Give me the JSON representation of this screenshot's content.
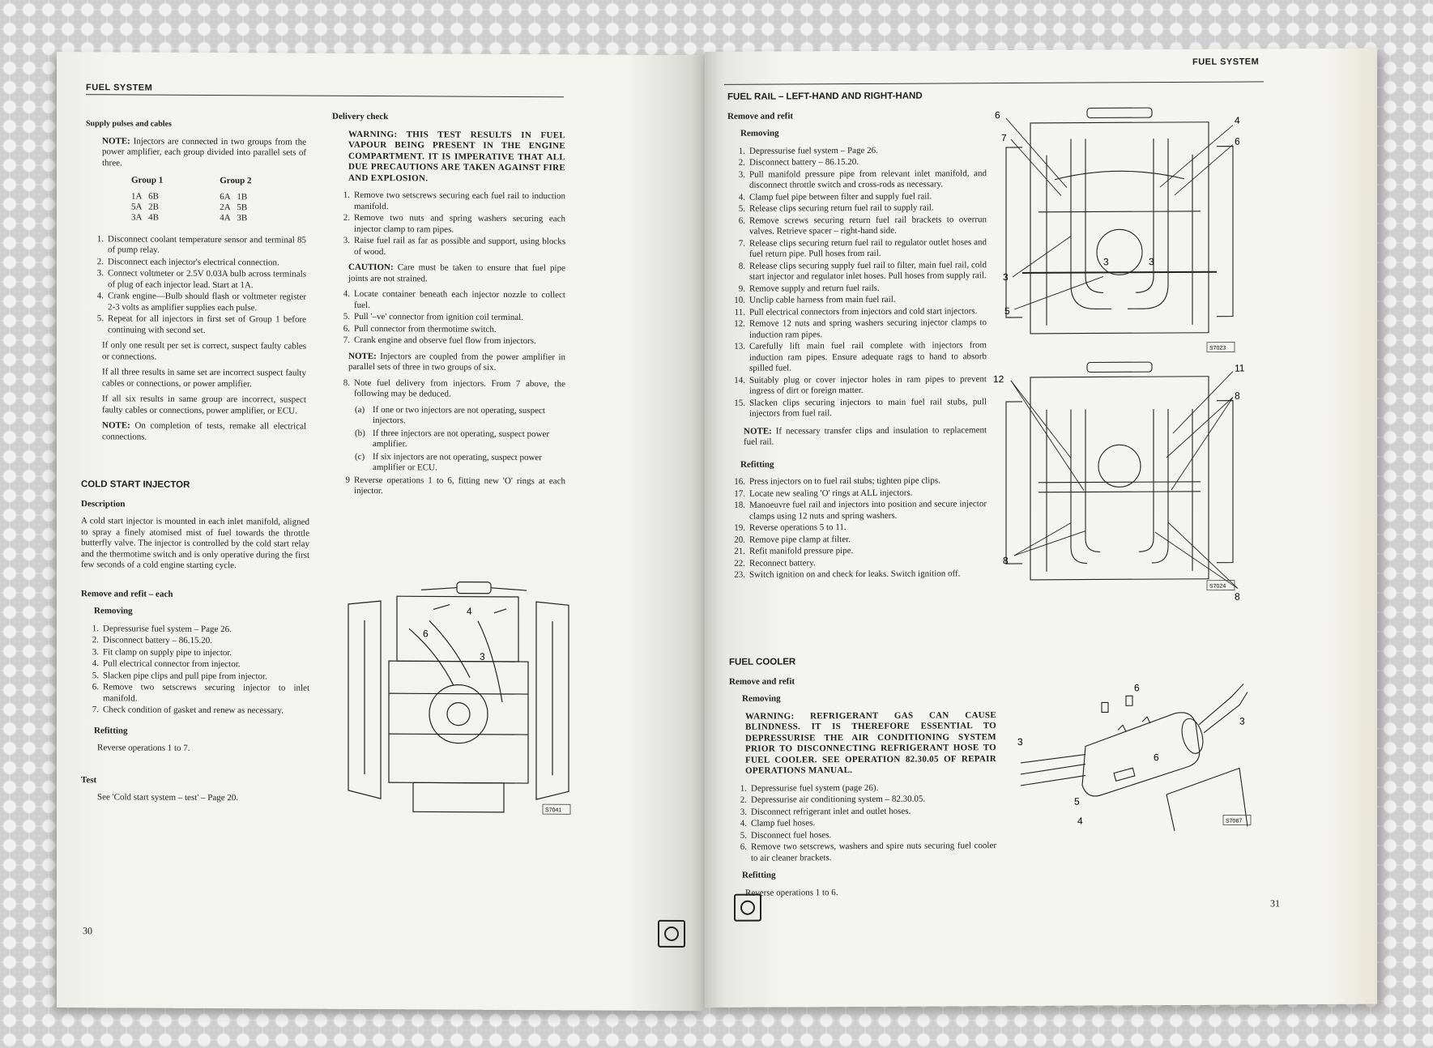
{
  "left": {
    "header": "FUEL SYSTEM",
    "supply_pulses": {
      "title": "Supply pulses and cables",
      "note_label": "NOTE:",
      "note_text": "Injectors are connected in two groups from the power amplifier, each group divided into parallel sets of three.",
      "group1_title": "Group 1",
      "group1_rows": [
        "1A   6B",
        "5A   2B",
        "3A   4B"
      ],
      "group2_title": "Group 2",
      "group2_rows": [
        "6A   1B",
        "2A   5B",
        "4A   3B"
      ],
      "steps": [
        {
          "n": "1.",
          "t": "Disconnect coolant temperature sensor and terminal 85 of pump relay."
        },
        {
          "n": "2.",
          "t": "Disconnect each injector's electrical connection."
        },
        {
          "n": "3.",
          "t": "Connect voltmeter or 2.5V 0.03A bulb across terminals of plug of each injector lead. Start at 1A."
        },
        {
          "n": "4.",
          "t": "Crank engine—Bulb should flash or voltmeter register 2-3 volts as amplifier supplies each pulse."
        },
        {
          "n": "5.",
          "t": "Repeat for all injectors in first set of Group 1 before continuing with second set."
        }
      ],
      "p1": "If only one result per set is correct, suspect faulty cables or connections.",
      "p2": "If all three results in same set are incorrect suspect faulty cables or connections, or power amplifier.",
      "p3": "If all six results in same group are incorrect, suspect faulty cables or connections, power amplifier, or ECU.",
      "note2_label": "NOTE:",
      "note2_text": "On completion of tests, remake all electrical connections."
    },
    "delivery": {
      "title": "Delivery check",
      "warning": "WARNING: THIS TEST RESULTS IN FUEL VAPOUR BEING PRESENT IN THE ENGINE COMPARTMENT. IT IS IMPERATIVE THAT ALL DUE PRECAUTIONS ARE TAKEN AGAINST FIRE AND EXPLOSION.",
      "steps_a": [
        {
          "n": "1.",
          "t": "Remove two setscrews securing each fuel rail to induction manifold."
        },
        {
          "n": "2.",
          "t": "Remove two nuts and spring washers securing each injector clamp to ram pipes."
        },
        {
          "n": "3.",
          "t": "Raise fuel rail as far as possible and support, using blocks of wood."
        }
      ],
      "caution_label": "CAUTION:",
      "caution_text": "Care must be taken to ensure that fuel pipe joints are not strained.",
      "steps_b": [
        {
          "n": "4.",
          "t": "Locate container beneath each injector nozzle to collect fuel."
        },
        {
          "n": "5.",
          "t": "Pull '–ve' connector from ignition coil terminal."
        },
        {
          "n": "6.",
          "t": "Pull connector from thermotime switch."
        },
        {
          "n": "7.",
          "t": "Crank engine and observe fuel flow from injectors."
        }
      ],
      "note_label": "NOTE:",
      "note_text": "Injectors are coupled from the power amplifier in parallel sets of three in two groups of six.",
      "step8": {
        "n": "8.",
        "t": "Note fuel delivery from injectors. From 7 above, the following may be deduced."
      },
      "sub": [
        {
          "n": "(a)",
          "t": "If one or two injectors are not operating, suspect injectors."
        },
        {
          "n": "(b)",
          "t": "If three injectors are not operating, suspect power amplifier."
        },
        {
          "n": "(c)",
          "t": "If six injectors are not operating, suspect power amplifier or ECU."
        }
      ],
      "step9": {
        "n": "9",
        "t": "Reverse operations 1 to 6, fitting new 'O' rings at each injector."
      }
    },
    "cold_start": {
      "title": "COLD START INJECTOR",
      "desc_title": "Description",
      "desc": "A cold start injector is mounted in each inlet manifold, aligned to spray a finely atomised mist of fuel towards the throttle butterfly valve. The injector is controlled by the cold start relay and the thermotime switch and is only operative during the first few seconds of a cold engine starting cycle.",
      "remove_title": "Remove and refit – each",
      "removing": "Removing",
      "steps": [
        {
          "n": "1.",
          "t": "Depressurise fuel system – Page 26."
        },
        {
          "n": "2.",
          "t": "Disconnect battery – 86.15.20."
        },
        {
          "n": "3.",
          "t": "Fit clamp on supply pipe to injector."
        },
        {
          "n": "4.",
          "t": "Pull electrical connector from injector."
        },
        {
          "n": "5.",
          "t": "Slacken pipe clips and pull pipe from injector."
        },
        {
          "n": "6.",
          "t": "Remove two setscrews securing injector to inlet manifold."
        },
        {
          "n": "7.",
          "t": "Check condition of gasket and renew as necessary."
        }
      ],
      "refitting": "Refitting",
      "refit_text": "Reverse operations 1 to 7.",
      "test_title": "Test",
      "test_text": "See 'Cold start system – test' – Page 20."
    },
    "figure": {
      "ref": "S7041",
      "labels": [
        "4",
        "6",
        "3"
      ]
    },
    "page_number": "30"
  },
  "right": {
    "header": "FUEL SYSTEM",
    "fuel_rail": {
      "title": "FUEL RAIL – LEFT-HAND AND RIGHT-HAND",
      "sub_title": "Remove and refit",
      "removing": "Removing",
      "steps": [
        {
          "n": "1.",
          "t": "Depressurise fuel system – Page 26."
        },
        {
          "n": "2.",
          "t": "Disconnect battery – 86.15.20."
        },
        {
          "n": "3.",
          "t": "Pull manifold pressure pipe from relevant inlet manifold, and disconnect throttle switch and cross-rods as necessary."
        },
        {
          "n": "4.",
          "t": "Clamp fuel pipe between filter and supply fuel rail."
        },
        {
          "n": "5.",
          "t": "Release clips securing return fuel rail to supply rail."
        },
        {
          "n": "6.",
          "t": "Remove screws securing return fuel rail brackets to overrun valves. Retrieve spacer – right-hand side."
        },
        {
          "n": "7.",
          "t": "Release clips securing return fuel rail to regulator outlet hoses and fuel return pipe. Pull hoses from rail."
        },
        {
          "n": "8.",
          "t": "Release clips securing supply fuel rail to filter, main fuel rail, cold start injector and regulator inlet hoses. Pull hoses from supply rail."
        },
        {
          "n": "9.",
          "t": "Remove supply and return fuel rails."
        },
        {
          "n": "10.",
          "t": "Unclip cable harness from main fuel rail."
        },
        {
          "n": "11.",
          "t": "Pull electrical connectors from injectors and cold start injectors."
        },
        {
          "n": "12.",
          "t": "Remove 12 nuts and spring washers securing injector clamps to induction ram pipes."
        },
        {
          "n": "13.",
          "t": "Carefully lift main fuel rail complete with injectors from induction ram pipes. Ensure adequate rags to hand to absorb spilled fuel."
        },
        {
          "n": "14.",
          "t": "Suitably plug or cover injector holes in ram pipes to prevent ingress of dirt or foreign matter."
        },
        {
          "n": "15.",
          "t": "Slacken clips securing injectors to main fuel rail stubs, pull injectors from fuel rail."
        }
      ],
      "note_label": "NOTE:",
      "note_text": "If necessary transfer clips and insulation to replacement fuel rail.",
      "refitting": "Refitting",
      "refit_steps": [
        {
          "n": "16.",
          "t": "Press injectors on to fuel rail stubs; tighten pipe clips."
        },
        {
          "n": "17.",
          "t": "Locate new sealing 'O' rings at ALL injectors."
        },
        {
          "n": "18.",
          "t": "Manoeuvre fuel rail and injectors into position and secure injector clamps using 12 nuts and spring washers."
        },
        {
          "n": "19.",
          "t": "Reverse operations 5 to 11."
        },
        {
          "n": "20.",
          "t": "Remove pipe clamp at filter."
        },
        {
          "n": "21.",
          "t": "Refit manifold pressure pipe."
        },
        {
          "n": "22.",
          "t": "Reconnect battery."
        },
        {
          "n": "23.",
          "t": "Switch ignition on and check for leaks. Switch ignition off."
        }
      ]
    },
    "fuel_cooler": {
      "title": "FUEL COOLER",
      "sub_title": "Remove and refit",
      "removing": "Removing",
      "warning": "WARNING: REFRIGERANT GAS CAN CAUSE BLINDNESS. IT IS THEREFORE ESSENTIAL TO DEPRESSURISE THE AIR CONDITIONING SYSTEM PRIOR TO DISCONNECTING REFRIGERANT HOSE TO FUEL COOLER. SEE OPERATION 82.30.05 OF REPAIR OPERATIONS MANUAL.",
      "steps": [
        {
          "n": "1.",
          "t": "Depressurise fuel system (page 26)."
        },
        {
          "n": "2.",
          "t": "Depressurise air conditioning system – 82.30.05."
        },
        {
          "n": "3.",
          "t": "Disconnect refrigerant inlet and outlet hoses."
        },
        {
          "n": "4.",
          "t": "Clamp fuel hoses."
        },
        {
          "n": "5.",
          "t": "Disconnect fuel hoses."
        },
        {
          "n": "6.",
          "t": "Remove two setscrews, washers and spire nuts securing fuel cooler to air cleaner brackets."
        }
      ],
      "refitting": "Refitting",
      "refit_text": "Reverse operations 1 to 6."
    },
    "figure1": {
      "ref": "S7023",
      "labels": [
        "6",
        "7",
        "4",
        "6",
        "3",
        "3",
        "3",
        "5"
      ]
    },
    "figure2": {
      "ref": "S7024",
      "labels": [
        "12",
        "11",
        "8",
        "8",
        "8"
      ]
    },
    "figure3": {
      "ref": "S7067",
      "labels": [
        "6",
        "3",
        "3",
        "6",
        "5",
        "4"
      ]
    },
    "page_number": "31"
  }
}
